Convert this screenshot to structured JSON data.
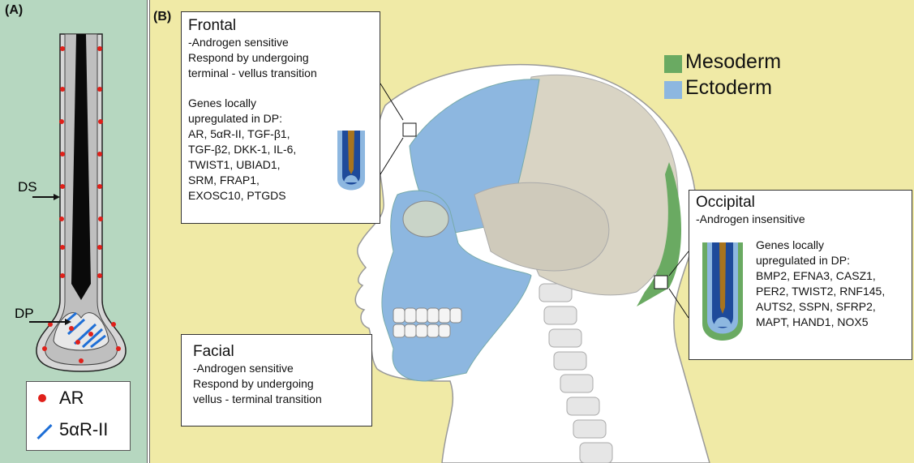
{
  "panel_a": {
    "tag": "(A)",
    "label_ds": "DS",
    "label_dp": "DP",
    "legend": {
      "ar": "AR",
      "srd": "5αR-II"
    }
  },
  "panel_b": {
    "tag": "(B)",
    "germ_legend": {
      "mesoderm": "Mesoderm",
      "ectoderm": "Ectoderm",
      "mesoderm_color": "#6aaa62",
      "ectoderm_color": "#8db7e0"
    },
    "frontal": {
      "title": "Frontal",
      "desc": [
        "-Androgen sensitive",
        "Respond by undergoing",
        "terminal - vellus transition"
      ],
      "genes": [
        "Genes locally",
        "upregulated in DP:",
        "AR, 5αR-II, TGF-β1,",
        "TGF-β2, DKK-1, IL-6,",
        "TWIST1, UBIAD1,",
        "SRM, FRAP1,",
        "EXOSC10, PTGDS"
      ]
    },
    "occipital": {
      "title": "Occipital",
      "desc": [
        "-Androgen insensitive"
      ],
      "genes": [
        "Genes locally",
        "upregulated in DP:",
        "BMP2, EFNA3, CASZ1,",
        "PER2, TWIST2, RNF145,",
        "AUTS2, SSPN, SFRP2,",
        "MAPT, HAND1, NOX5"
      ]
    },
    "facial": {
      "title": "Facial",
      "desc": [
        "-Androgen sensitive",
        "Respond by undergoing",
        "vellus - terminal transition"
      ]
    }
  }
}
